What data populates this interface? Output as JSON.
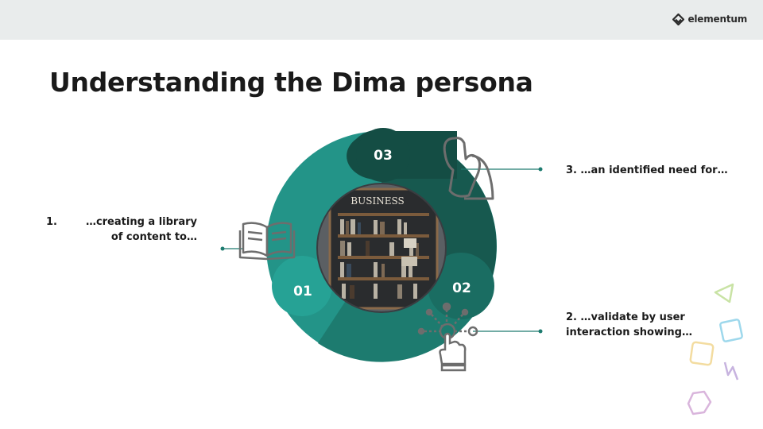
{
  "header": {
    "logo_text": "elementum"
  },
  "slide": {
    "title": "Understanding the Dima persona"
  },
  "cycle": {
    "segments": [
      {
        "number": "01",
        "icon": "open-book-icon"
      },
      {
        "number": "02",
        "icon": "tap-network-icon"
      },
      {
        "number": "03",
        "icon": "thinking-person-icon"
      }
    ],
    "center_image_text": "BUSINESS"
  },
  "points": {
    "one_number": "1.",
    "one_text": "…creating a library of content to…",
    "two_text": "2. …validate by user interaction showing…",
    "three_text": "3. …an identified need for…"
  },
  "colors": {
    "teal_light": "#239488",
    "teal_dark": "#17594f",
    "teal_mid": "#1d7b6f",
    "header_bg": "#e9ecec"
  }
}
